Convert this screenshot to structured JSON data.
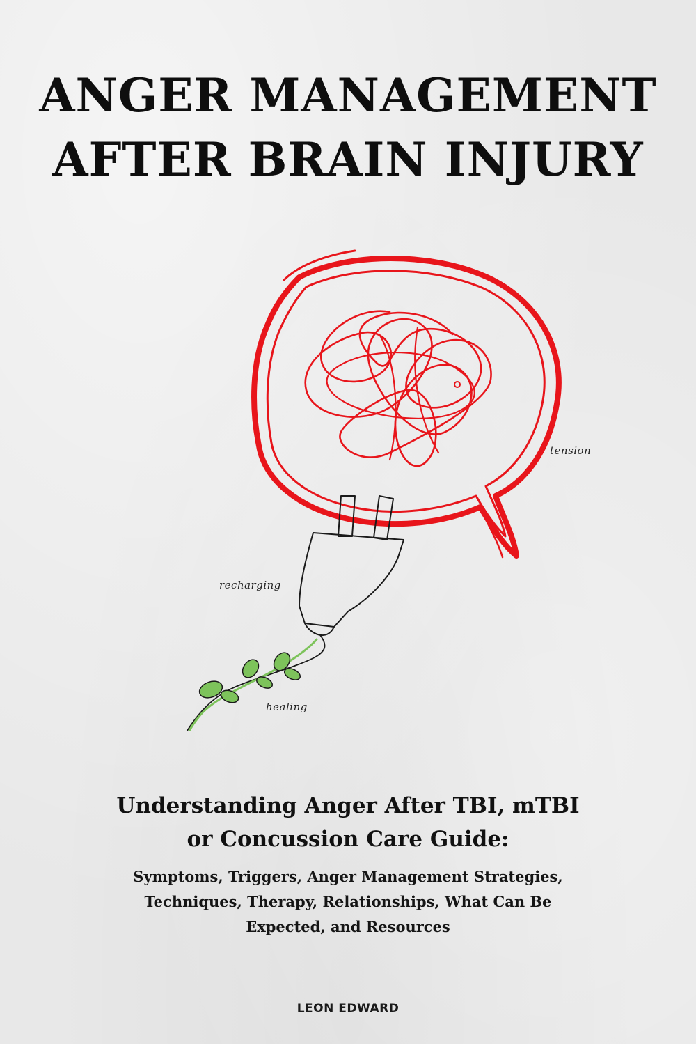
{
  "cover": {
    "title_line_1": "ANGER MANAGEMENT",
    "title_line_2": "AFTER BRAIN INJURY",
    "labels": {
      "tension": "tension",
      "recharging": "recharging",
      "healing": "healing"
    },
    "subtitle_line_1": "Understanding Anger After TBI, mTBI",
    "subtitle_line_2": "or Concussion Care Guide:",
    "description_line_1": "Symptoms, Triggers, Anger Management Strategies,",
    "description_line_2": "Techniques, Therapy, Relationships, What Can Be",
    "description_line_3": "Expected, and Resources",
    "author": "LEON EDWARD"
  },
  "colors": {
    "paper": "#e8e8e8",
    "text": "#111111",
    "bubble_red": "#e8151b",
    "leaf_green": "#7dc35b"
  },
  "icons": {
    "illustration": "speech-bubble-brain-plug-icon"
  }
}
